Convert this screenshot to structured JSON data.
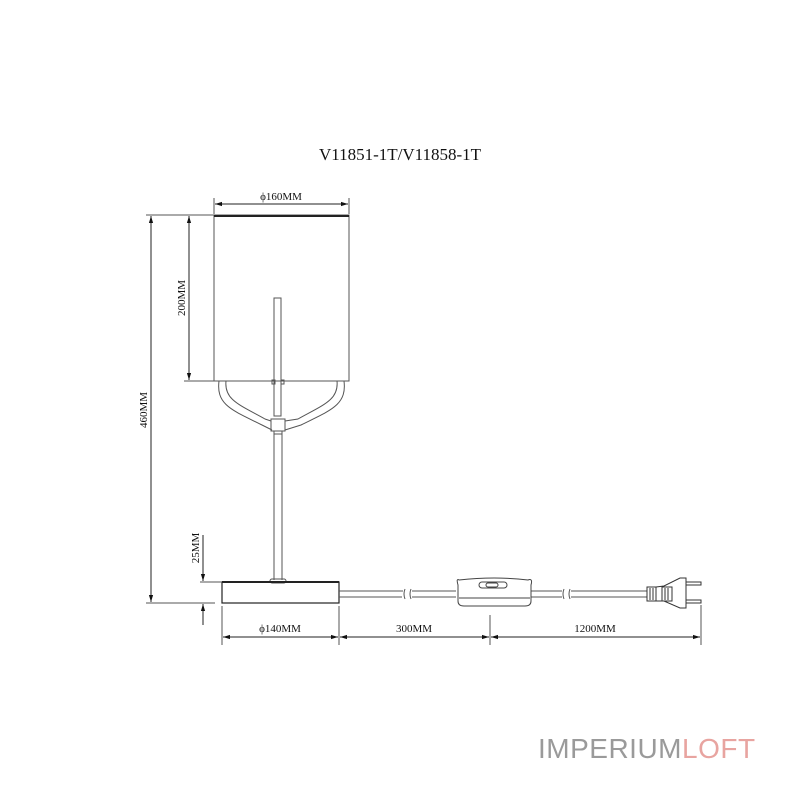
{
  "drawing": {
    "title": "V11851-1T/V11858-1T",
    "dimensions": {
      "shade_diameter": "ϕ160MM",
      "shade_height": "200MM",
      "total_height": "460MM",
      "base_height": "25MM",
      "base_diameter": "ϕ140MM",
      "cord_to_switch": "300MM",
      "switch_to_plug": "1200MM"
    }
  },
  "brand": {
    "part1": "IMPERIUM",
    "part2": "LOFT",
    "color1": "#9a9a9a",
    "color2": "#e8a4a0"
  }
}
